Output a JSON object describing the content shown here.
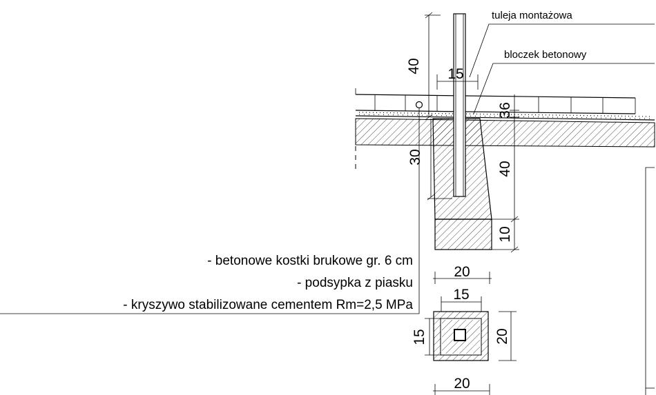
{
  "callouts": {
    "sleeve": "tuleja montażowa",
    "block": "bloczek betonowy"
  },
  "legend": {
    "line1": "- betonowe kostki brukowe gr. 6 cm",
    "line2": "- podsypka z piasku",
    "line3": "-  kryszywo stabilizowane cementem Rm=2,5 MPa"
  },
  "dims": {
    "post_height": "40",
    "post_width": "15",
    "layer_6": "6",
    "layer_3": "3",
    "depth_30": "30",
    "base_40": "40",
    "base_10": "10",
    "foot_width": "20",
    "plan_inner_top": "15",
    "plan_inner_side": "15",
    "plan_outer_side": "20",
    "plan_outer_bottom": "20"
  }
}
